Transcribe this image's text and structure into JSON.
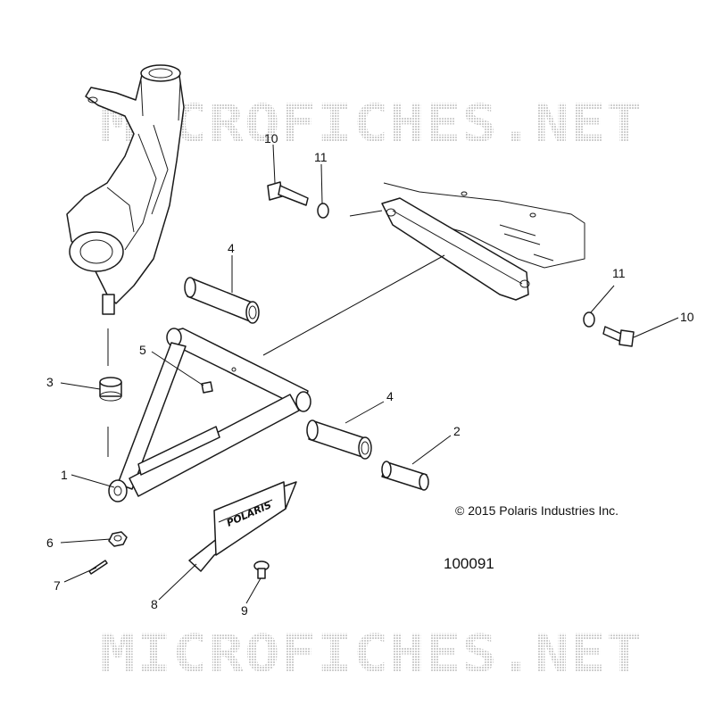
{
  "watermark": {
    "text": "MICROFICHES.NET"
  },
  "copyright": "© 2015 Polaris Industries Inc.",
  "figure_number": "100091",
  "guard_logo": "POLARIS",
  "callouts": {
    "c1": "1",
    "c2": "2",
    "c3": "3",
    "c4a": "4",
    "c4b": "4",
    "c5": "5",
    "c6": "6",
    "c7": "7",
    "c8": "8",
    "c9": "9",
    "c10a": "10",
    "c10b": "10",
    "c11a": "11",
    "c11b": "11"
  }
}
